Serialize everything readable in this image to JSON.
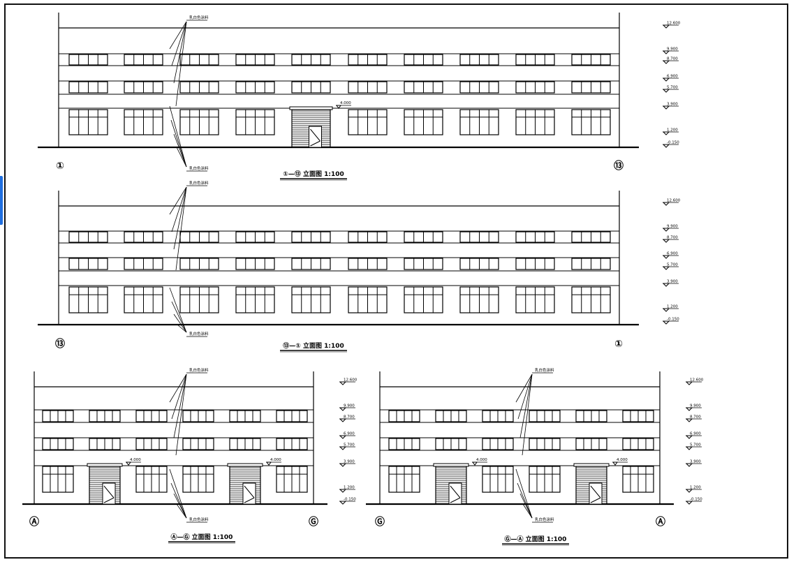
{
  "sheet": {
    "line_color": "#000000",
    "background": "#ffffff",
    "accent_tab_color": "#1f6fe0"
  },
  "elevations": [
    {
      "title": "①—⑬ 立面图 1:100",
      "left_axis": "①",
      "right_axis": "⑬",
      "material_note_top": "乳白色涂料",
      "material_note_bottom": "乳白色涂料",
      "levels": [
        "12.600",
        "9.900",
        "8.700",
        "6.900",
        "5.700",
        "3.900",
        "1.200",
        "-0.150"
      ],
      "door_level": "4.000"
    },
    {
      "title": "⑬—① 立面图 1:100",
      "left_axis": "⑬",
      "right_axis": "①",
      "material_note_top": "乳白色涂料",
      "material_note_bottom": "乳白色涂料",
      "levels": [
        "12.600",
        "9.900",
        "8.700",
        "6.900",
        "5.700",
        "3.900",
        "1.200",
        "-0.150"
      ]
    },
    {
      "title": "Ⓐ—Ⓖ 立面图 1:100",
      "left_axis": "Ⓐ",
      "right_axis": "Ⓖ",
      "material_note_top": "乳白色涂料",
      "material_note_bottom": "乳白色涂料",
      "levels": [
        "12.600",
        "9.900",
        "8.700",
        "6.900",
        "5.700",
        "3.900",
        "1.200",
        "-0.150"
      ],
      "door_level": "4.000"
    },
    {
      "title": "Ⓖ—Ⓐ 立面图 1:100",
      "left_axis": "Ⓖ",
      "right_axis": "Ⓐ",
      "material_note_top": "乳白色涂料",
      "material_note_bottom": "乳白色涂料",
      "levels": [
        "12.600",
        "9.900",
        "8.700",
        "6.900",
        "5.700",
        "3.900",
        "1.200",
        "-0.150"
      ],
      "door_level": "4.000"
    }
  ]
}
